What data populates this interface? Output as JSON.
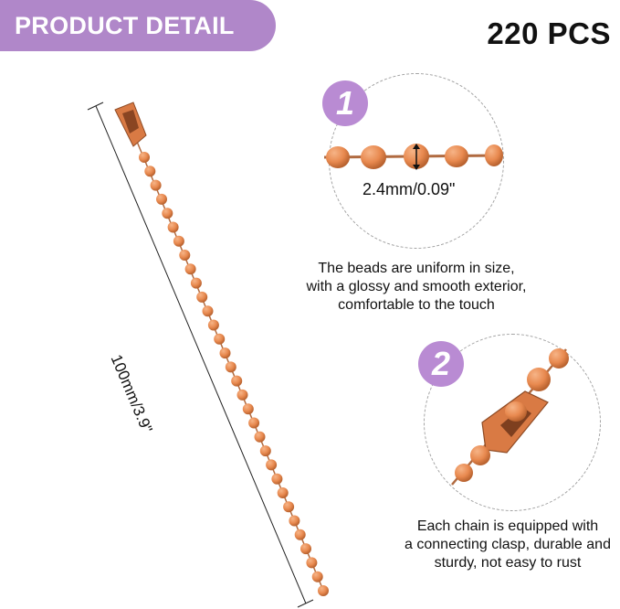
{
  "banner": {
    "title": "PRODUCT DETAIL"
  },
  "count": "220 PCS",
  "length_label": "100mm/3.9\"",
  "feature1": {
    "number": "1",
    "diameter_label": "2.4mm/0.09\"",
    "caption": [
      "The beads are uniform in size,",
      "with a glossy and smooth exterior,",
      "comfortable to the touch"
    ]
  },
  "feature2": {
    "number": "2",
    "caption": [
      "Each chain is equipped with",
      "a connecting clasp, durable and",
      "sturdy, not easy to rust"
    ]
  },
  "colors": {
    "accent": "#b087c9",
    "bead": "#e8894f",
    "bead_dark": "#a85a30"
  }
}
